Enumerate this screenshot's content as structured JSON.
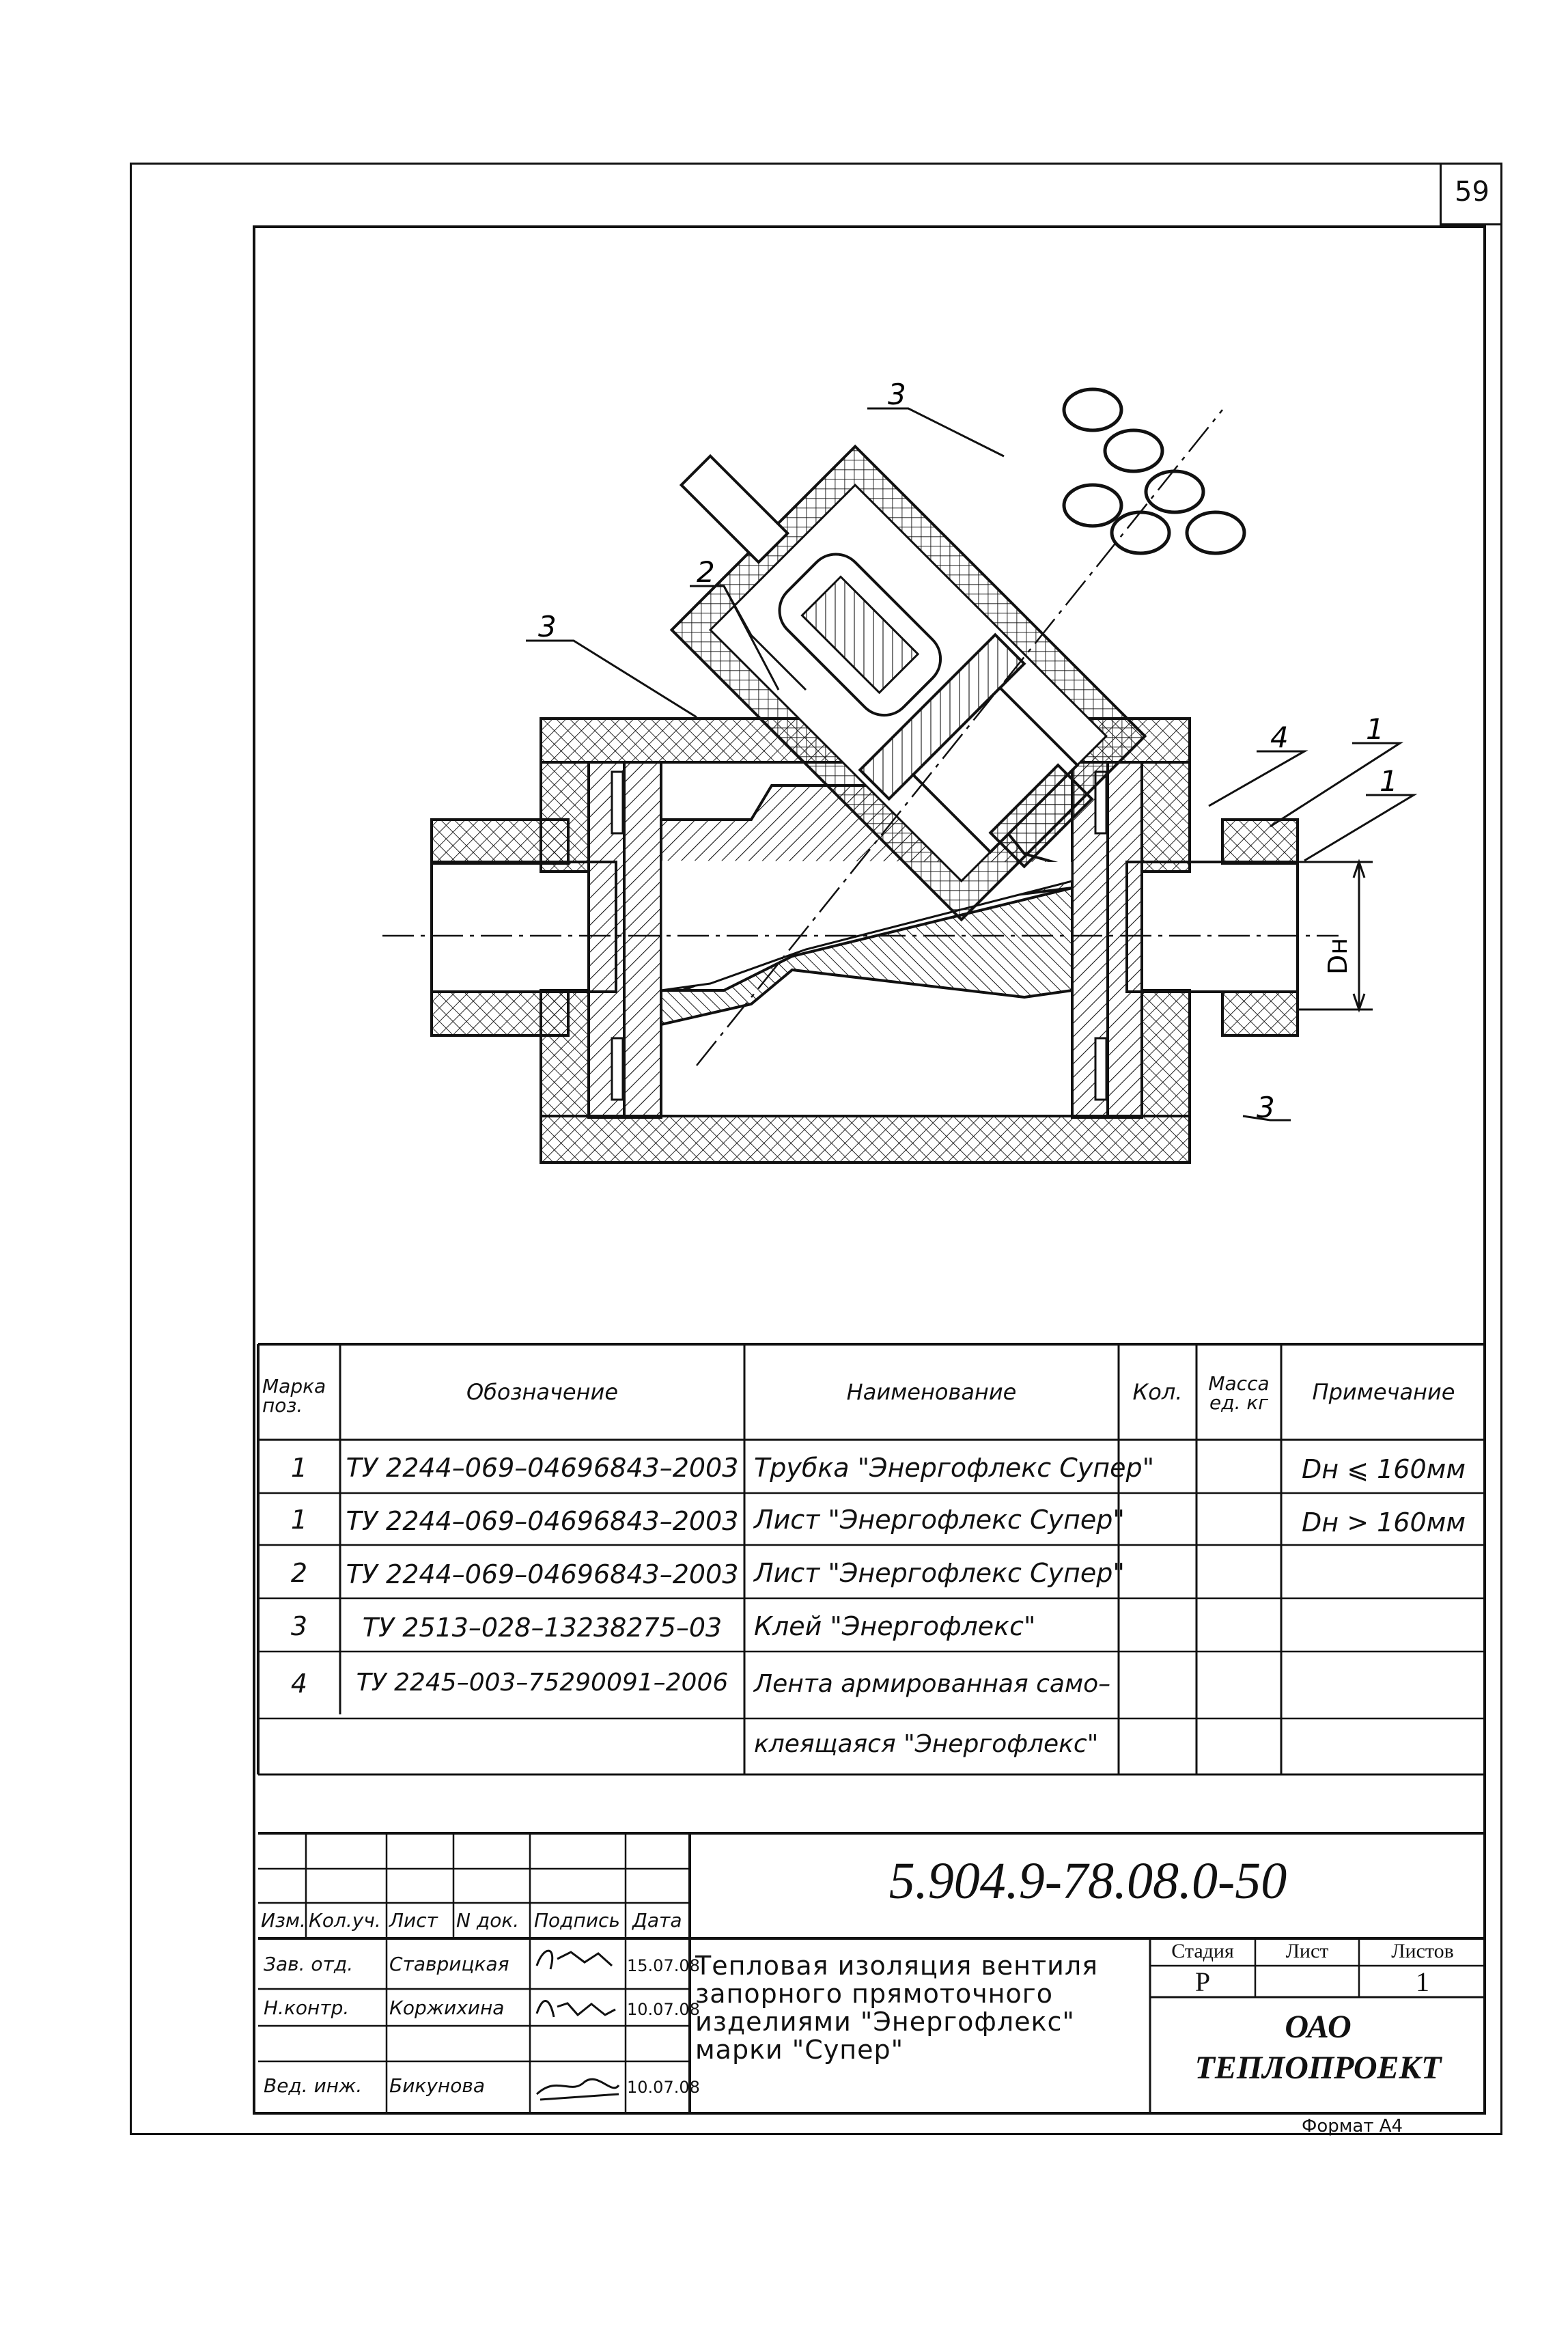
{
  "sheet_number": "59",
  "drawing": {
    "callouts": {
      "c3_top": "3",
      "c2": "2",
      "c3_left": "3",
      "c4": "4",
      "c1_a": "1",
      "c1_b": "1",
      "c3_bottom": "3",
      "dn": "Dн"
    }
  },
  "spec_table": {
    "headers": {
      "mark": "Марка поз.",
      "designation": "Обозначение",
      "name": "Наименование",
      "qty": "Кол.",
      "mass": "Масса ед. кг",
      "note": "Примечание"
    },
    "rows": [
      {
        "mark": "1",
        "designation": "ТУ 2244–069–04696843–2003",
        "name": "Трубка \"Энергофлекс Супер\"",
        "note": "Dн ⩽ 160мм"
      },
      {
        "mark": "1",
        "designation": "ТУ 2244–069–04696843–2003",
        "name": "Лист \"Энергофлекс Супер\"",
        "note": "Dн > 160мм"
      },
      {
        "mark": "2",
        "designation": "ТУ 2244–069–04696843–2003",
        "name": "Лист \"Энергофлекс Супер\"",
        "note": ""
      },
      {
        "mark": "3",
        "designation": "ТУ 2513–028–13238275–03",
        "name": "Клей \"Энергофлекс\"",
        "note": ""
      },
      {
        "mark": "4",
        "designation": "ТУ 2245–003–75290091–2006",
        "name": "Лента армированная само–",
        "note": ""
      },
      {
        "mark": "",
        "designation": "",
        "name": "клеящаяся \"Энергофлекс\"",
        "note": ""
      }
    ]
  },
  "title_block": {
    "doc_code": "5.904.9-78.08.0-50",
    "rev_headers": {
      "izm": "Изм.",
      "kol": "Кол.уч.",
      "list": "Лист",
      "ndoc": "N док.",
      "sign": "Подпись",
      "date": "Дата"
    },
    "people": [
      {
        "role": "Зав. отд.",
        "name": "Ставрицкая",
        "date": "15.07.08"
      },
      {
        "role": "Н.контр.",
        "name": "Коржихина",
        "date": "10.07.08"
      },
      {
        "role": "",
        "name": "",
        "date": ""
      },
      {
        "role": "Вед. инж.",
        "name": "Бикунова",
        "date": "10.07.08"
      }
    ],
    "title": "Тепловая изоляция вентиля запорного прямоточного изделиями \"Энергофлекс\" марки \"Супер\"",
    "stage_header": "Стадия",
    "sheet_header": "Лист",
    "sheets_header": "Листов",
    "stage": "Р",
    "sheet": "",
    "sheets": "1",
    "org_line1": "ОАО",
    "org_line2": "ТЕПЛОПРОЕКТ"
  },
  "format_label": "Формат А4"
}
